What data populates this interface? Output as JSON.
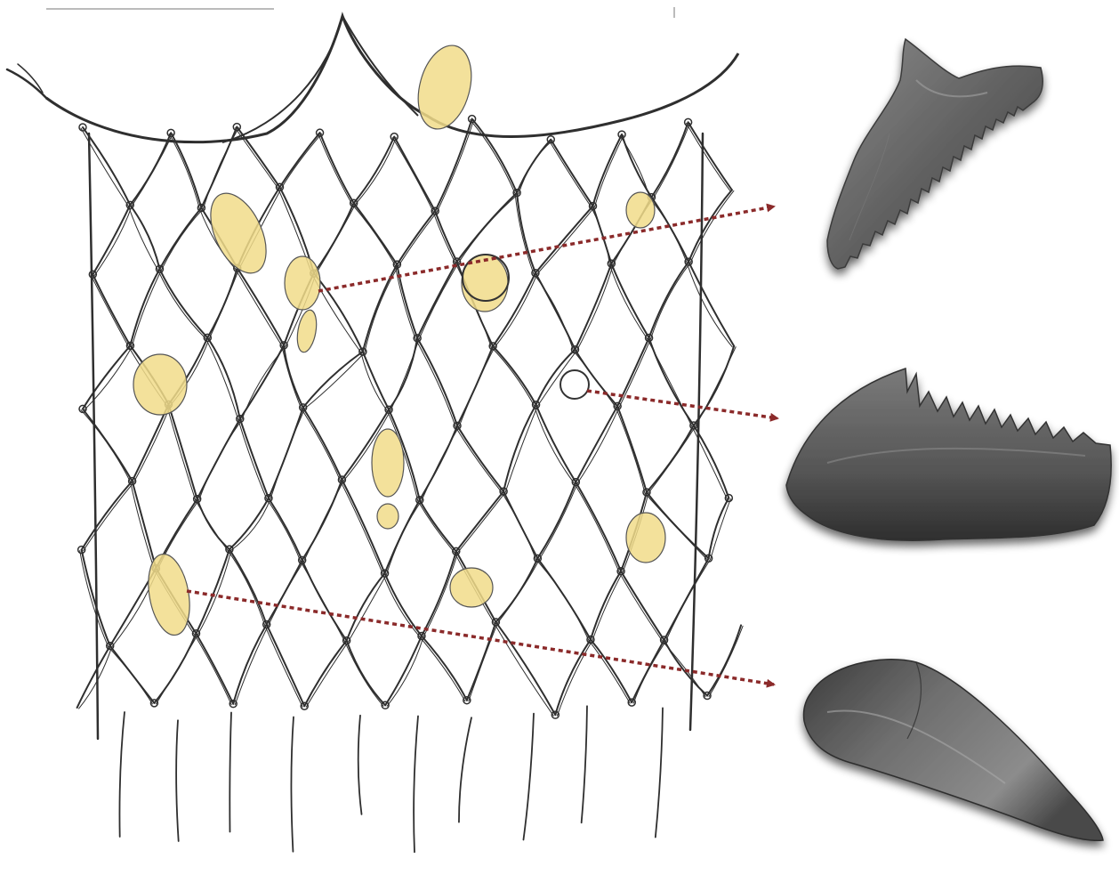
{
  "figure": {
    "net_color": "#2f2f2f",
    "tooth_fill_color": "#f1dc8a",
    "arrow_color": "#8b2a2a",
    "specimen_color": "#5e5e5e",
    "specimen_shadow_color": "#2a2a2a",
    "net_rows": 7,
    "net_columns": 7,
    "sketched_teeth_count": 12,
    "specimens": [
      {
        "icon": "serrated-shark-tooth-icon"
      },
      {
        "icon": "serrated-jaw-fragment-icon"
      },
      {
        "icon": "conical-tooth-icon"
      }
    ]
  }
}
